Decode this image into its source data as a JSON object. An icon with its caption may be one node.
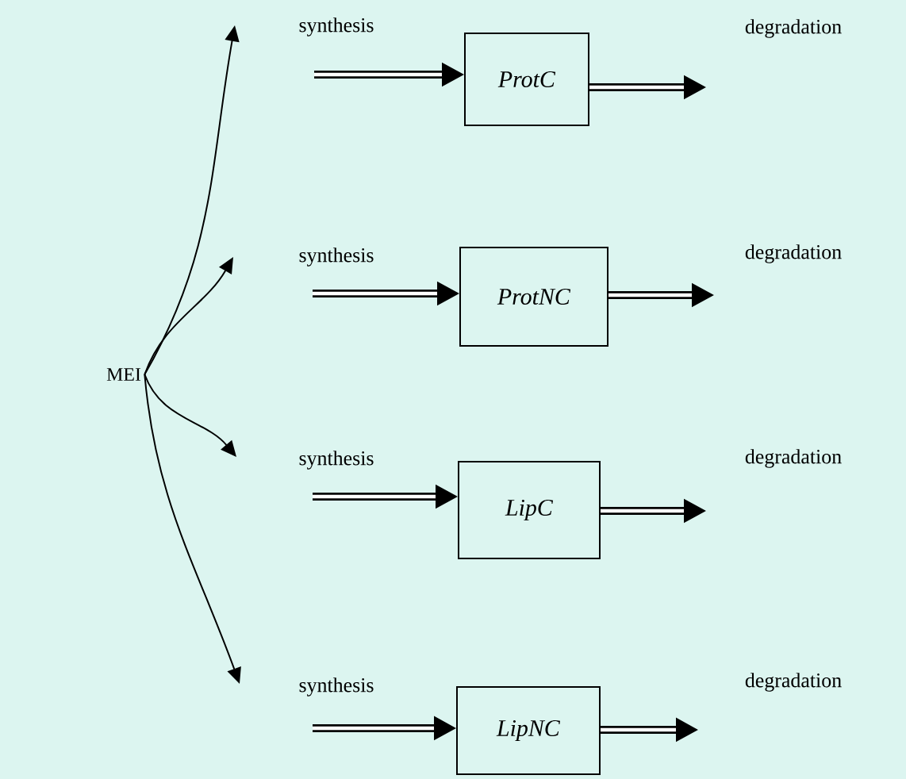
{
  "diagram": {
    "nodes": [
      {
        "text": [
          "MEI"
        ]
      },
      {
        "text": [
          "*ProtC*"
        ]
      },
      {
        "text": [
          "*ProtNC*"
        ]
      },
      {
        "text": [
          "*LipC*"
        ]
      },
      {
        "text": [
          "*LipNC*"
        ]
      }
    ],
    "edges": [
      {
        "from": 0,
        "to": null,
        "arrow": "to"
      },
      {
        "from": 0,
        "to": null,
        "arrow": "to"
      },
      {
        "from": 0,
        "to": null,
        "arrow": "to"
      },
      {
        "from": 0,
        "to": null,
        "arrow": "to"
      },
      {
        "from": null,
        "to": 1,
        "arrow": "to",
        "label": "synthesis"
      },
      {
        "from": 1,
        "to": null,
        "arrow": "to",
        "label": "degradation"
      },
      {
        "from": null,
        "to": 2,
        "arrow": "to",
        "label": "synthesis"
      },
      {
        "from": 2,
        "to": null,
        "arrow": "to",
        "label": "degradation"
      },
      {
        "from": null,
        "to": 3,
        "arrow": "to",
        "label": "synthesis"
      },
      {
        "from": 3,
        "to": null,
        "arrow": "to",
        "label": "degradation"
      },
      {
        "from": null,
        "to": 4,
        "arrow": "to",
        "label": "synthesis"
      },
      {
        "from": 4,
        "to": null,
        "arrow": "to",
        "label": "degradation"
      }
    ]
  }
}
